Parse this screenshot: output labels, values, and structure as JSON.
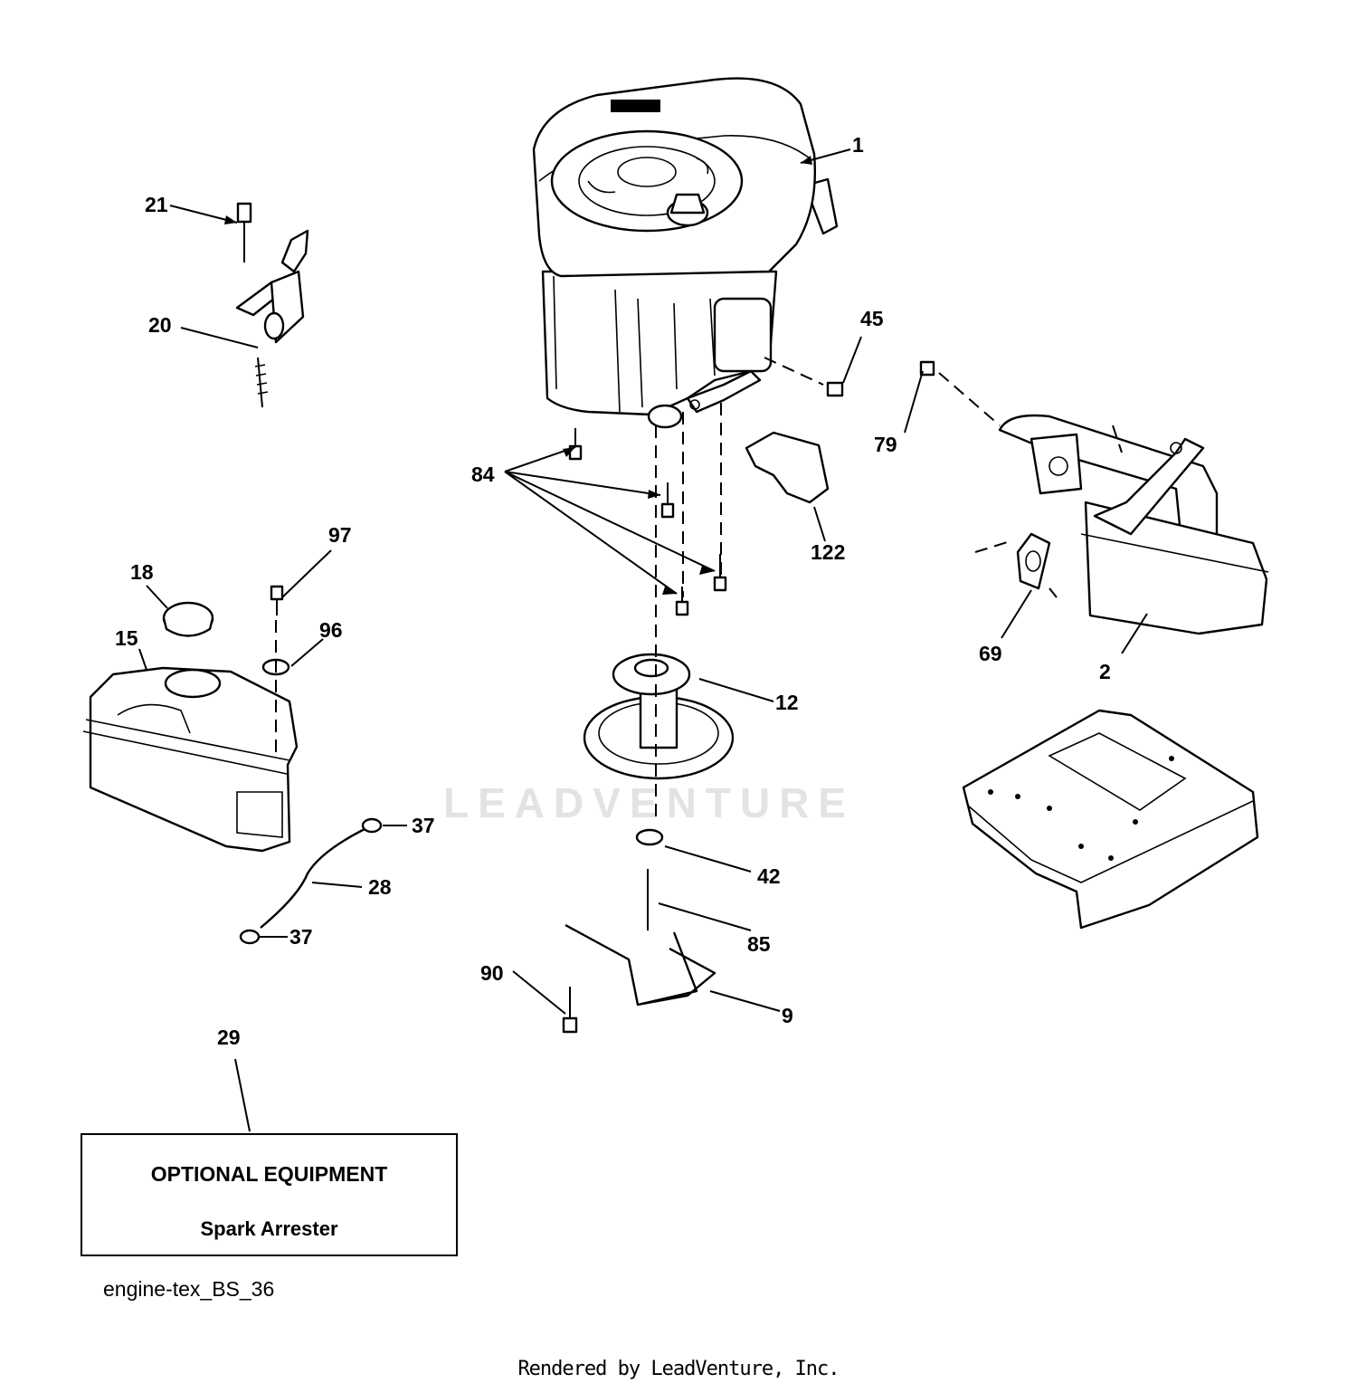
{
  "watermark": "LEADVENTURE",
  "callouts": [
    "1",
    "2",
    "9",
    "12",
    "15",
    "18",
    "20",
    "21",
    "28",
    "29",
    "37",
    "37",
    "42",
    "45",
    "69",
    "79",
    "84",
    "85",
    "90",
    "96",
    "97",
    "122"
  ],
  "optional_box": {
    "title": "OPTIONAL EQUIPMENT",
    "item": "Spark Arrester"
  },
  "diagram_code": "engine-tex_BS_36",
  "footer": "Rendered by LeadVenture, Inc."
}
